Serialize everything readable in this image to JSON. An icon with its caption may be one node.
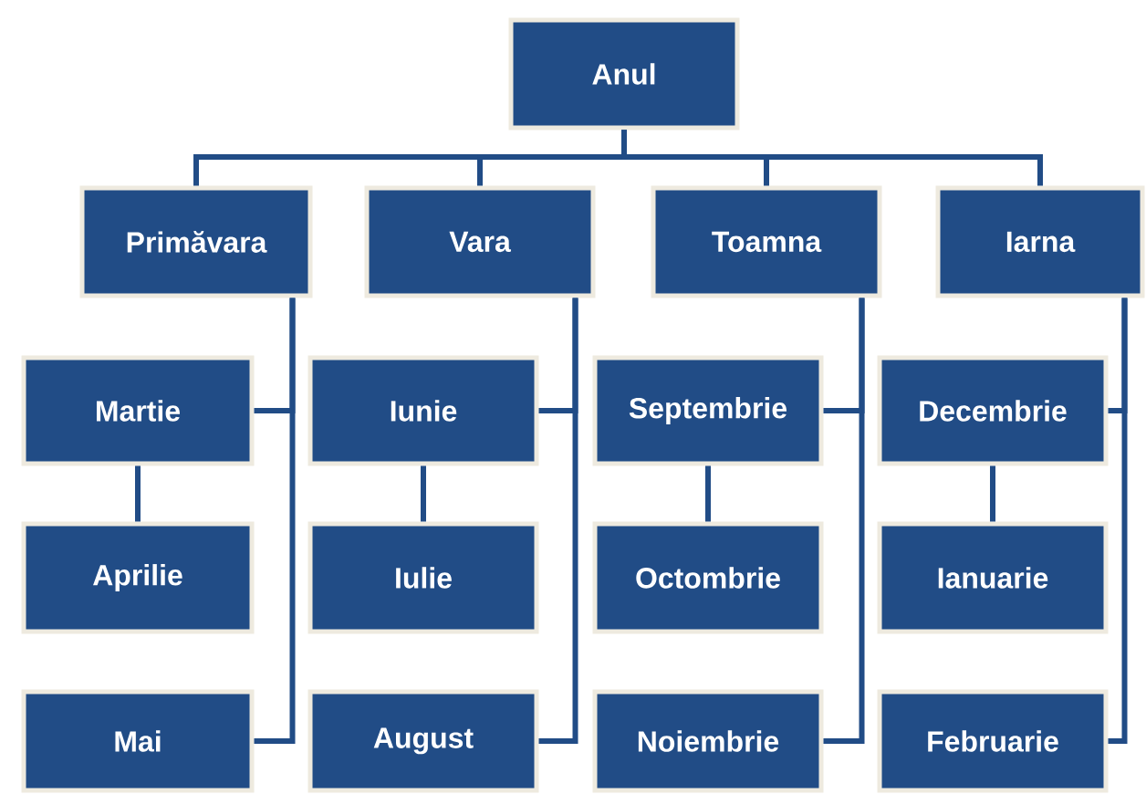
{
  "diagram": {
    "nodes": [
      {
        "text": [
          "Anul"
        ]
      },
      {
        "text": [
          "Primăvara"
        ]
      },
      {
        "text": [
          "Vara"
        ]
      },
      {
        "text": [
          "Toamna"
        ]
      },
      {
        "text": [
          "Iarna"
        ]
      },
      {
        "text": [
          "Martie"
        ]
      },
      {
        "text": [
          "Iunie"
        ]
      },
      {
        "text": [
          "Septembrie"
        ]
      },
      {
        "text": [
          "Decembrie"
        ]
      },
      {
        "text": [
          "Aprilie"
        ]
      },
      {
        "text": [
          "Iulie"
        ]
      },
      {
        "text": [
          "Octombrie"
        ]
      },
      {
        "text": [
          "Ianuarie"
        ]
      },
      {
        "text": [
          "Mai"
        ]
      },
      {
        "text": [
          "August"
        ]
      },
      {
        "text": [
          "Noiembrie"
        ]
      },
      {
        "text": [
          "Februarie"
        ]
      }
    ],
    "edges": [
      {
        "from": 0,
        "to": 1,
        "arrow": "none"
      },
      {
        "from": 0,
        "to": 2,
        "arrow": "none"
      },
      {
        "from": 0,
        "to": 3,
        "arrow": "none"
      },
      {
        "from": 0,
        "to": 4,
        "arrow": "none"
      },
      {
        "from": 1,
        "to": 5,
        "arrow": "none"
      },
      {
        "from": 1,
        "to": 13,
        "arrow": "none"
      },
      {
        "from": 5,
        "to": 9,
        "arrow": "none"
      },
      {
        "from": 2,
        "to": 6,
        "arrow": "none"
      },
      {
        "from": 2,
        "to": 14,
        "arrow": "none"
      },
      {
        "from": 6,
        "to": 10,
        "arrow": "none"
      },
      {
        "from": 3,
        "to": 7,
        "arrow": "none"
      },
      {
        "from": 3,
        "to": 15,
        "arrow": "none"
      },
      {
        "from": 7,
        "to": 11,
        "arrow": "none"
      },
      {
        "from": 4,
        "to": 8,
        "arrow": "none"
      },
      {
        "from": 4,
        "to": 16,
        "arrow": "none"
      },
      {
        "from": 8,
        "to": 12,
        "arrow": "none"
      }
    ]
  }
}
